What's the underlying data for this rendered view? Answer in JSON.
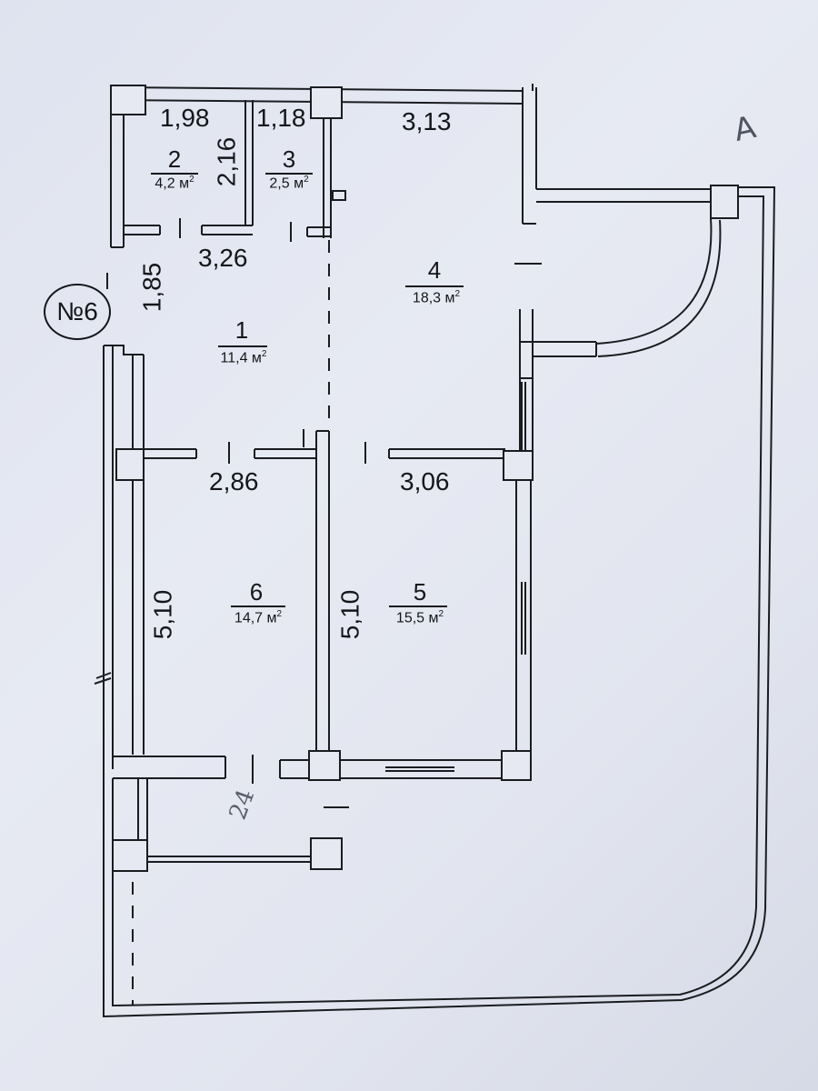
{
  "plan": {
    "unit_number": "№6",
    "rooms": [
      {
        "id": "1",
        "area": "11,4 м",
        "area_sup": "2"
      },
      {
        "id": "2",
        "area": "4,2 м",
        "area_sup": "2"
      },
      {
        "id": "3",
        "area": "2,5 м",
        "area_sup": "2"
      },
      {
        "id": "4",
        "area": "18,3 м",
        "area_sup": "2"
      },
      {
        "id": "5",
        "area": "15,5 м",
        "area_sup": "2"
      },
      {
        "id": "6",
        "area": "14,7 м",
        "area_sup": "2"
      }
    ],
    "dimensions": {
      "d_198": "1,98",
      "d_118": "1,18",
      "d_313": "3,13",
      "d_216": "2,16",
      "d_326": "3,26",
      "d_185": "1,85",
      "d_286": "2,86",
      "d_306": "3,06",
      "d_510_left": "5,10",
      "d_510_mid": "5,10"
    },
    "compass_mark": "A",
    "handwritten_note": "24"
  }
}
